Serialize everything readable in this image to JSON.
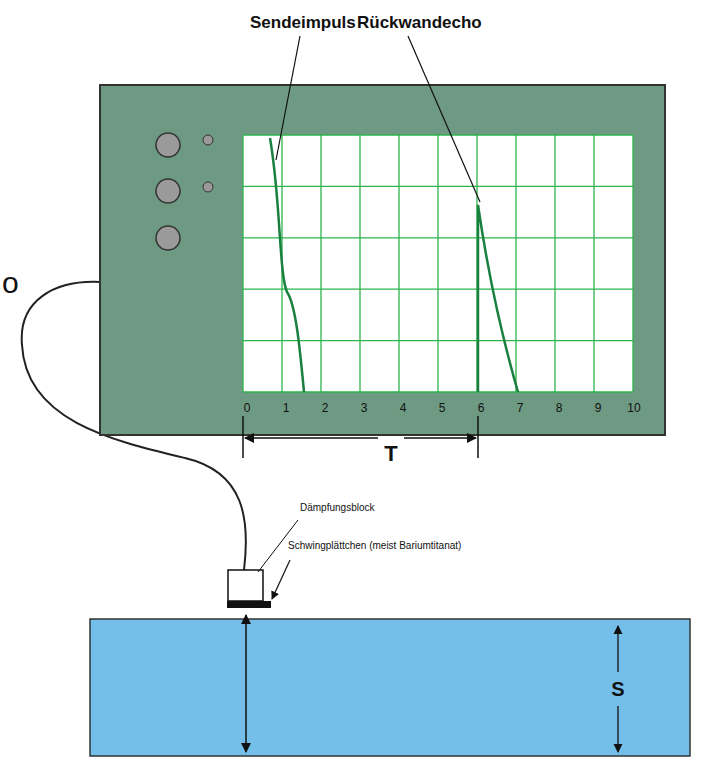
{
  "diagram": {
    "labels": [
      "Sendeimpuls",
      "Rückwandecho",
      "o",
      "0",
      "1",
      "2",
      "3",
      "4",
      "5",
      "6",
      "7",
      "8",
      "9",
      "10",
      "T",
      "Dämpfungsblock",
      "Schwingplättchen (meist Bariumtitanat)",
      "S"
    ]
  }
}
